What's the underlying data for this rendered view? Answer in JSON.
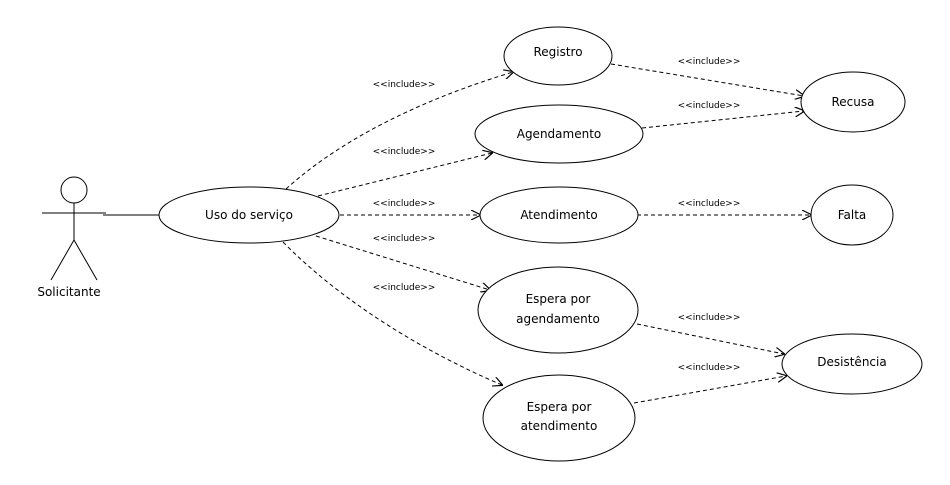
{
  "actor": {
    "label": "Solicitante"
  },
  "use_cases": {
    "uso": {
      "lines": [
        "Uso do serviço"
      ]
    },
    "registro": {
      "lines": [
        "Registro"
      ]
    },
    "agendamento": {
      "lines": [
        "Agendamento"
      ]
    },
    "atendimento": {
      "lines": [
        "Atendimento"
      ]
    },
    "espera_agendamento": {
      "lines": [
        "Espera por",
        "agendamento"
      ]
    },
    "espera_atendimento": {
      "lines": [
        "Espera por",
        "atendimento"
      ]
    },
    "recusa": {
      "lines": [
        "Recusa"
      ]
    },
    "falta": {
      "lines": [
        "Falta"
      ]
    },
    "desistencia": {
      "lines": [
        "Desistência"
      ]
    }
  },
  "relations": [
    {
      "from": "uso",
      "to": "registro",
      "stereotype": "<<include>>"
    },
    {
      "from": "uso",
      "to": "agendamento",
      "stereotype": "<<include>>"
    },
    {
      "from": "uso",
      "to": "atendimento",
      "stereotype": "<<include>>"
    },
    {
      "from": "uso",
      "to": "espera_agendamento",
      "stereotype": "<<include>>"
    },
    {
      "from": "uso",
      "to": "espera_atendimento",
      "stereotype": "<<include>>"
    },
    {
      "from": "registro",
      "to": "recusa",
      "stereotype": "<<include>>"
    },
    {
      "from": "agendamento",
      "to": "recusa",
      "stereotype": "<<include>>"
    },
    {
      "from": "atendimento",
      "to": "falta",
      "stereotype": "<<include>>"
    },
    {
      "from": "espera_agendamento",
      "to": "desistencia",
      "stereotype": "<<include>>"
    },
    {
      "from": "espera_atendimento",
      "to": "desistencia",
      "stereotype": "<<include>>"
    }
  ]
}
